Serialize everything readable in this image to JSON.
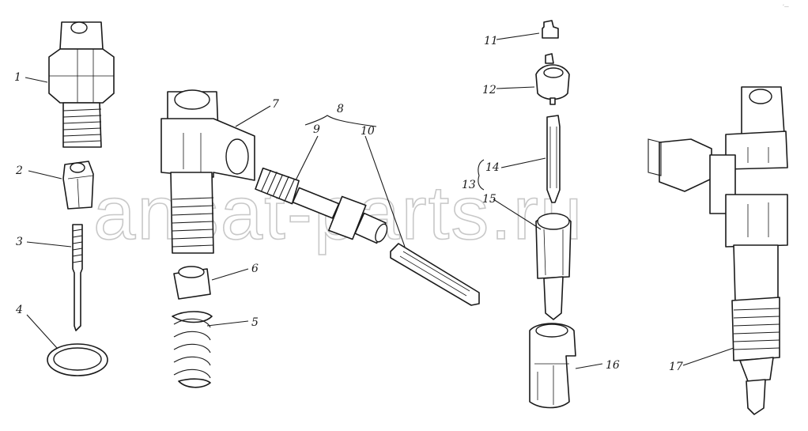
{
  "watermark": "ansat-parts.ru",
  "corner_mark": "‘—",
  "callouts": [
    "1",
    "2",
    "3",
    "4",
    "5",
    "6",
    "7",
    "8",
    "9",
    "10",
    "11",
    "12",
    "13",
    "14",
    "15",
    "16",
    "17"
  ],
  "colors": {
    "ink": "#1a1a1a",
    "paper": "#ffffff",
    "watermark": "#c8c8c8"
  }
}
